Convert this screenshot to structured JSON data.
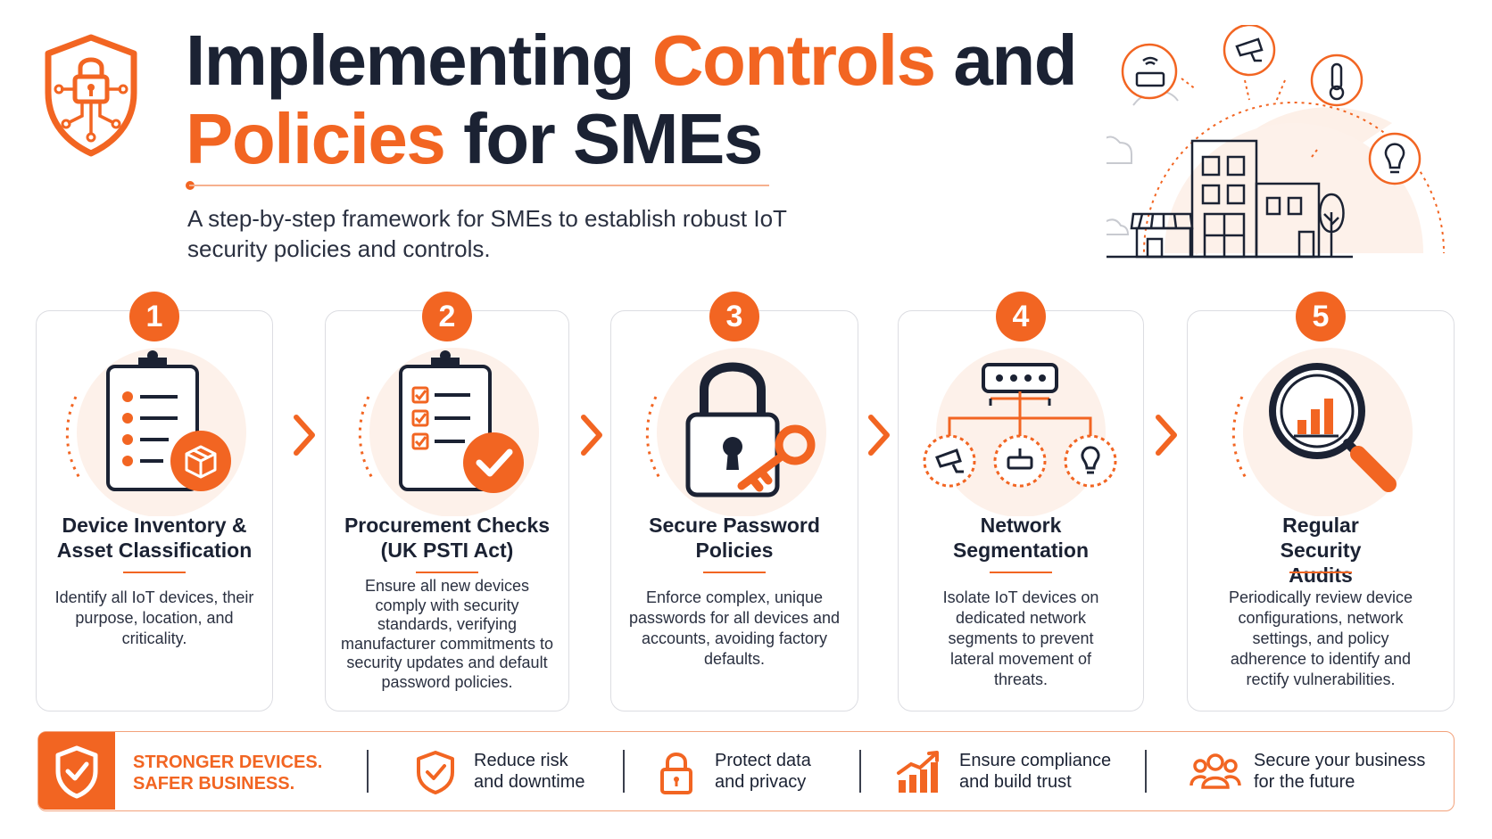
{
  "header": {
    "title_part1": "Implementing ",
    "title_part2": "Controls",
    "title_part3": " and",
    "title_part4": "Policies",
    "title_part5": " for SMEs",
    "subtitle": "A step-by-step framework for SMEs to establish robust IoT security policies and controls."
  },
  "colors": {
    "accent": "#f26522",
    "navy": "#1b2233"
  },
  "steps": [
    {
      "number": "1",
      "title": "Device Inventory & Asset Classification",
      "description": "Identify all IoT devices, their purpose, location, and criticality.",
      "icon": "clipboard-box-icon"
    },
    {
      "number": "2",
      "title": "Procurement Checks (UK PSTI Act)",
      "description": "Ensure all new devices comply with security standards, verifying manufacturer commitments to security updates and default password policies.",
      "icon": "clipboard-check-icon"
    },
    {
      "number": "3",
      "title": "Secure Password Policies",
      "description": "Enforce complex, unique passwords for all devices and accounts, avoiding factory defaults.",
      "icon": "padlock-key-icon"
    },
    {
      "number": "4",
      "title": "Network Segmentation",
      "description": "Isolate IoT devices on dedicated network segments to prevent lateral movement of threats.",
      "icon": "network-switch-icon"
    },
    {
      "number": "5",
      "title": "Regular Security Audits",
      "description": "Periodically review device configurations, network settings, and policy adherence to identify and rectify vulnerabilities.",
      "icon": "magnifier-chart-icon"
    }
  ],
  "footer": {
    "tagline_line1": "STRONGER DEVICES.",
    "tagline_line2": "SAFER BUSINESS.",
    "benefits": [
      {
        "text": "Reduce risk\nand downtime",
        "icon": "shield-check-icon"
      },
      {
        "text": "Protect data\nand privacy",
        "icon": "padlock-icon"
      },
      {
        "text": "Ensure compliance\nand build trust",
        "icon": "growth-chart-icon"
      },
      {
        "text": "Secure your business\nfor the future",
        "icon": "people-icon"
      }
    ]
  }
}
